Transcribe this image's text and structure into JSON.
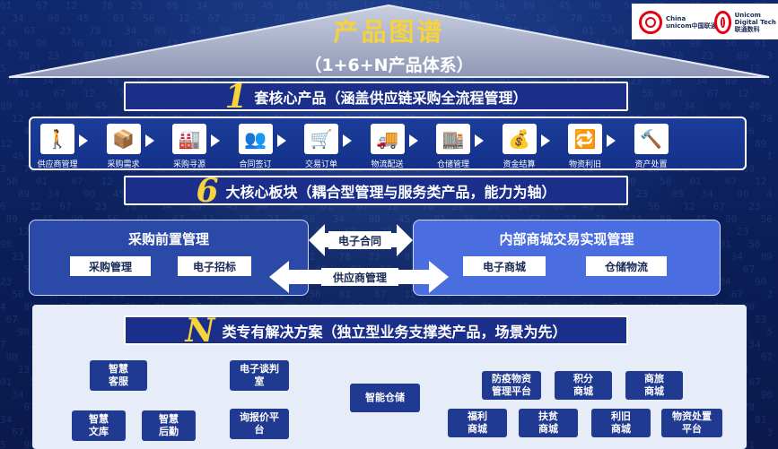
{
  "header": {
    "title": "产品图谱",
    "subtitle": "（1+6+N产品体系）",
    "logo_a_line1": "China",
    "logo_a_line2": "unicom中国联通",
    "logo_b_line1": "Unicom",
    "logo_b_line2": "Digital Tech 联通数科"
  },
  "banner1": {
    "number": "1",
    "text": "套核心产品（涵盖供应链采购全流程管理）"
  },
  "process_steps": [
    {
      "label": "供应商管理",
      "icon": "supplier-icon",
      "glyph": "🚶"
    },
    {
      "label": "采购需求",
      "icon": "demand-icon",
      "glyph": "📦"
    },
    {
      "label": "采购寻源",
      "icon": "sourcing-icon",
      "glyph": "🏭"
    },
    {
      "label": "合同签订",
      "icon": "contract-icon",
      "glyph": "👥"
    },
    {
      "label": "交易订单",
      "icon": "order-icon",
      "glyph": "🛒"
    },
    {
      "label": "物流配送",
      "icon": "logistics-icon",
      "glyph": "🚚"
    },
    {
      "label": "仓储管理",
      "icon": "warehouse-icon",
      "glyph": "🏬"
    },
    {
      "label": "资金结算",
      "icon": "settlement-icon",
      "glyph": "💰"
    },
    {
      "label": "物资利旧",
      "icon": "reuse-icon",
      "glyph": "🔁"
    },
    {
      "label": "资产处置",
      "icon": "disposal-icon",
      "glyph": "🔨"
    }
  ],
  "banner2": {
    "number": "6",
    "text": "大核心板块（耦合型管理与服务类产品，能力为轴）"
  },
  "left_panel": {
    "title": "采购前置管理",
    "chips": [
      "采购管理",
      "电子招标"
    ]
  },
  "right_panel": {
    "title": "内部商城交易实现管理",
    "chips": [
      "电子商城",
      "仓储物流"
    ]
  },
  "center": {
    "top_label": "电子合同",
    "bottom_label": "供应商管理"
  },
  "banner3": {
    "number": "N",
    "text": "类专有解决方案（独立型业务支撑类产品，场景为先）"
  },
  "solutions": {
    "zhihui_kefu": "智慧\n客服",
    "zhihui_wenku": "智慧\n文库",
    "zhihui_houqin": "智慧\n后勤",
    "dianzi_tanpan": "电子谈判\n室",
    "xunbaojia": "询报价平\n台",
    "zhineng_cangchu": "智能仓储",
    "fangyi": "防疫物资\n管理平台",
    "jifen": "积分\n商城",
    "shanglv": "商旅\n商城",
    "fuli": "福利\n商城",
    "fupin": "扶贫\n商城",
    "lijiu": "利旧\n商城",
    "wuzi_chuzhi": "物资处置\n平台"
  },
  "colors": {
    "accent_yellow": "#f6d23c",
    "navy": "#1b2f8a",
    "panel_light": "#4a6de0"
  }
}
